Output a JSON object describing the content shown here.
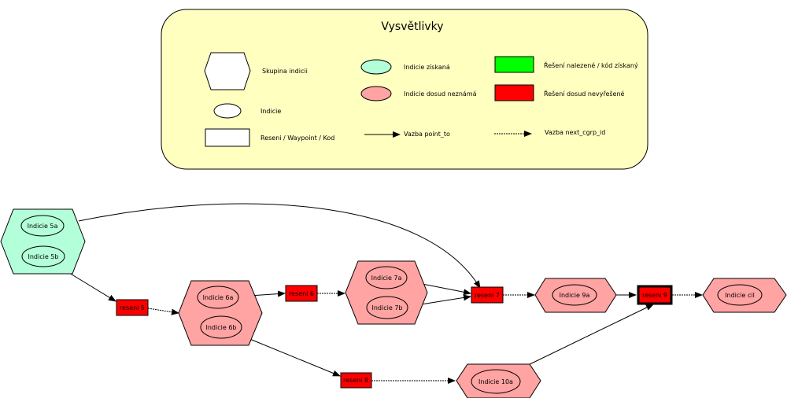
{
  "legend": {
    "title": "Vysvětlivky",
    "items": {
      "group": "Skupina indicii",
      "clue": "Indicie",
      "solution": "Reseni / Waypoint / Kod",
      "clue_found": "Indicie získaná",
      "clue_unknown": "Indicie dosud neznámá",
      "point_to": "Vazba point_to",
      "solved": "Řešení nalezené / kód získaný",
      "unsolved": "Řešení dosud nevyřešené",
      "next": "Vazba next_cgrp_id"
    }
  },
  "colors": {
    "legend_bg": "#ffffc0",
    "found": "#b3ffd9",
    "unknown": "#ffa3a3",
    "solved": "#00ff00",
    "unsolved": "#ff0000"
  },
  "nodes": {
    "i5a": "Indicie 5a",
    "i5b": "Indicie 5b",
    "i6a": "Indicie 6a",
    "i6b": "Indicie 6b",
    "i7a": "Indicie 7a",
    "i7b": "Indicie 7b",
    "i9a": "Indicie 9a",
    "i10a": "Indicie 10a",
    "icil": "Indicie cil",
    "r5": "reseni 5",
    "r6": "reseni 6",
    "r7": "reseni 7",
    "r8": "reseni 8",
    "r9": "reseni 9"
  }
}
